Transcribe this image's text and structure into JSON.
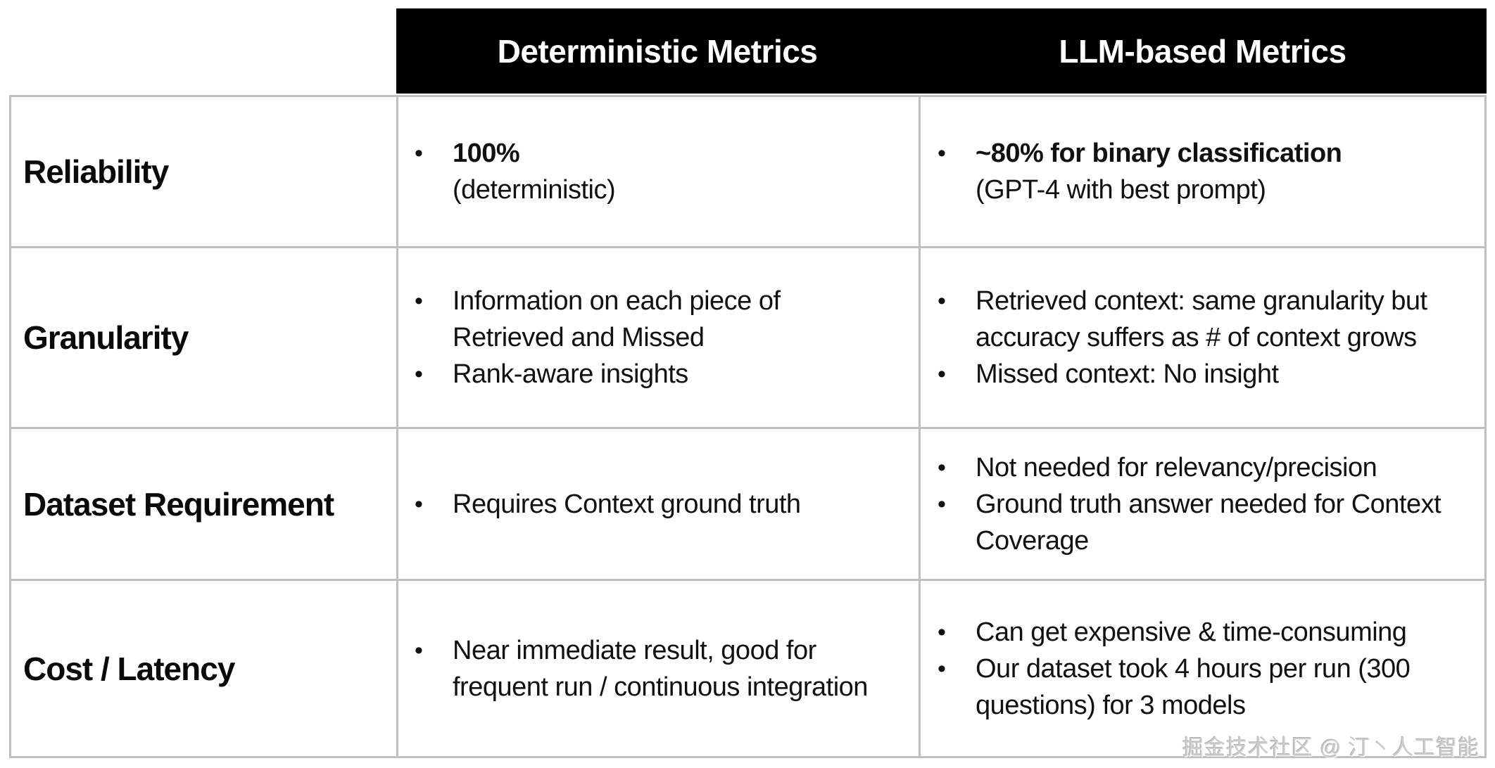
{
  "header": {
    "deterministic": "Deterministic Metrics",
    "llm": "LLM-based Metrics"
  },
  "rows": [
    {
      "label": "Reliability",
      "det": [
        [
          "100%",
          "(deterministic)"
        ]
      ],
      "llm": [
        [
          "~80% for binary classification",
          "(GPT-4 with best prompt)"
        ]
      ]
    },
    {
      "label": "Granularity",
      "det": [
        [
          "Information on each piece of",
          "Retrieved and Missed"
        ],
        [
          "Rank-aware insights"
        ]
      ],
      "llm": [
        [
          "Retrieved context: same granularity but",
          "accuracy suffers as # of context grows"
        ],
        [
          "Missed context: No insight"
        ]
      ]
    },
    {
      "label": "Dataset Requirement",
      "det": [
        [
          "Requires Context ground truth"
        ]
      ],
      "llm": [
        [
          "Not needed for relevancy/precision"
        ],
        [
          "Ground truth answer needed for Context",
          "Coverage"
        ]
      ]
    },
    {
      "label": "Cost / Latency",
      "det": [
        [
          "Near immediate result, good for",
          "frequent run / continuous integration"
        ]
      ],
      "llm": [
        [
          "Can get expensive & time-consuming"
        ],
        [
          "Our dataset took 4 hours per run (300",
          "questions) for 3 models"
        ]
      ]
    }
  ],
  "icons": {
    "bullet": "•"
  },
  "watermark": "掘金技术社区 @ 汀丶人工智能",
  "colors": {
    "header_bg": "#000000",
    "header_text": "#ffffff",
    "grid_line": "#bfbfbf",
    "body_text": "#111111",
    "watermark": "#cdcdcd"
  }
}
